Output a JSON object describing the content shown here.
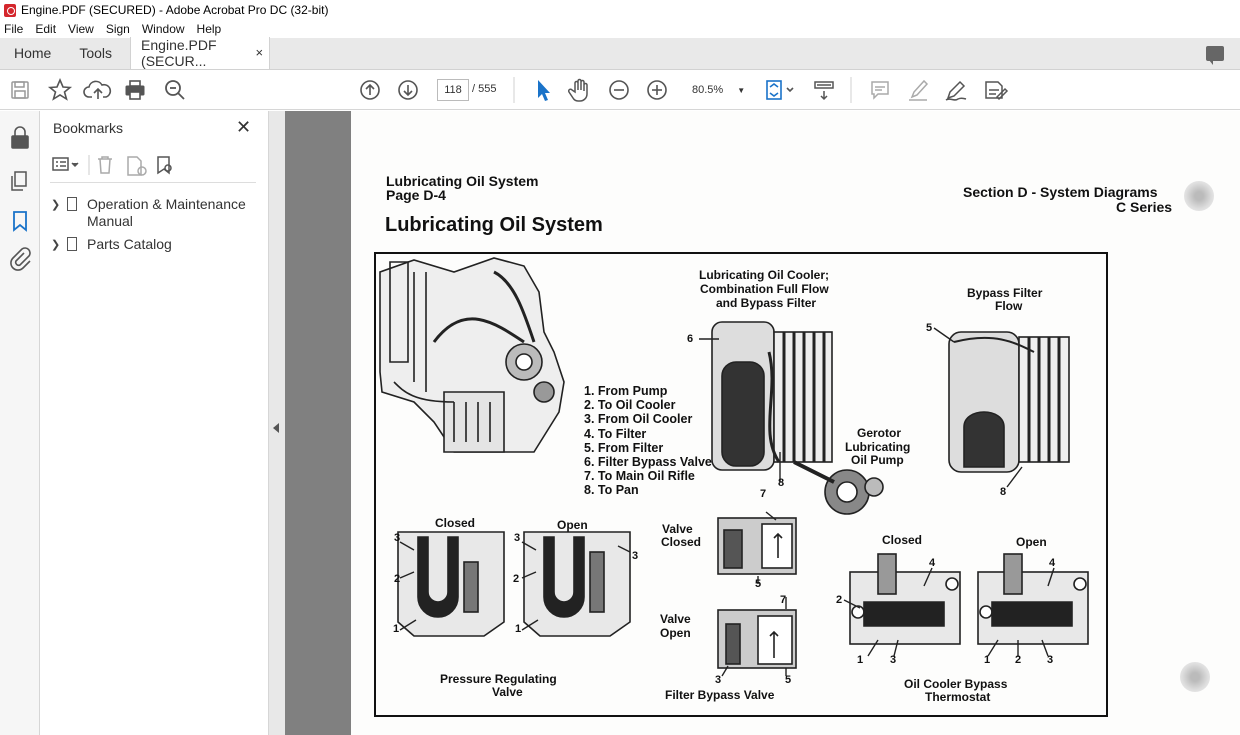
{
  "window": {
    "title": "Engine.PDF (SECURED) - Adobe Acrobat Pro DC (32-bit)"
  },
  "menu": [
    "File",
    "Edit",
    "View",
    "Sign",
    "Window",
    "Help"
  ],
  "tabs": {
    "home": "Home",
    "tools": "Tools",
    "document": "Engine.PDF (SECUR...",
    "close": "×"
  },
  "toolbar": {
    "current_page": "118",
    "total_pages": "/ 555",
    "zoom": "80.5%"
  },
  "bookmarks": {
    "title": "Bookmarks",
    "close": "✕",
    "items": [
      {
        "label": "Operation & Maintenance Manual"
      },
      {
        "label": "Parts Catalog"
      }
    ]
  },
  "page": {
    "header_left_1": "Lubricating Oil System",
    "header_left_2": "Page D-4",
    "header_right_1": "Section D - System Diagrams",
    "header_right_2": "C Series",
    "heading": "Lubricating Oil System",
    "fig": {
      "cooler_title_1": "Lubricating Oil Cooler;",
      "cooler_title_2": "Combination Full Flow",
      "cooler_title_3": "and Bypass Filter",
      "bypass_title_1": "Bypass Filter",
      "bypass_title_2": "Flow",
      "legend": [
        "1. From Pump",
        "2. To Oil Cooler",
        "3. From Oil Cooler",
        "4. To Filter",
        "5. From Filter",
        "6. Filter Bypass Valve",
        "7. To Main Oil Rifle",
        "8. To Pan"
      ],
      "gerotor_1": "Gerotor",
      "gerotor_2": "Lubricating",
      "gerotor_3": "Oil Pump",
      "closed": "Closed",
      "open": "Open",
      "valve_closed_1": "Valve",
      "valve_closed_2": "Closed",
      "valve_open_1": "Valve",
      "valve_open_2": "Open",
      "closed_2": "Closed",
      "open_2": "Open",
      "prv_1": "Pressure Regulating",
      "prv_2": "Valve",
      "fbv": "Filter Bypass Valve",
      "ocbt_1": "Oil Cooler Bypass",
      "ocbt_2": "Thermostat",
      "n1": "1",
      "n2": "2",
      "n3": "3",
      "n4": "4",
      "n5": "5",
      "n6": "6",
      "n7": "7",
      "n8": "8"
    }
  }
}
